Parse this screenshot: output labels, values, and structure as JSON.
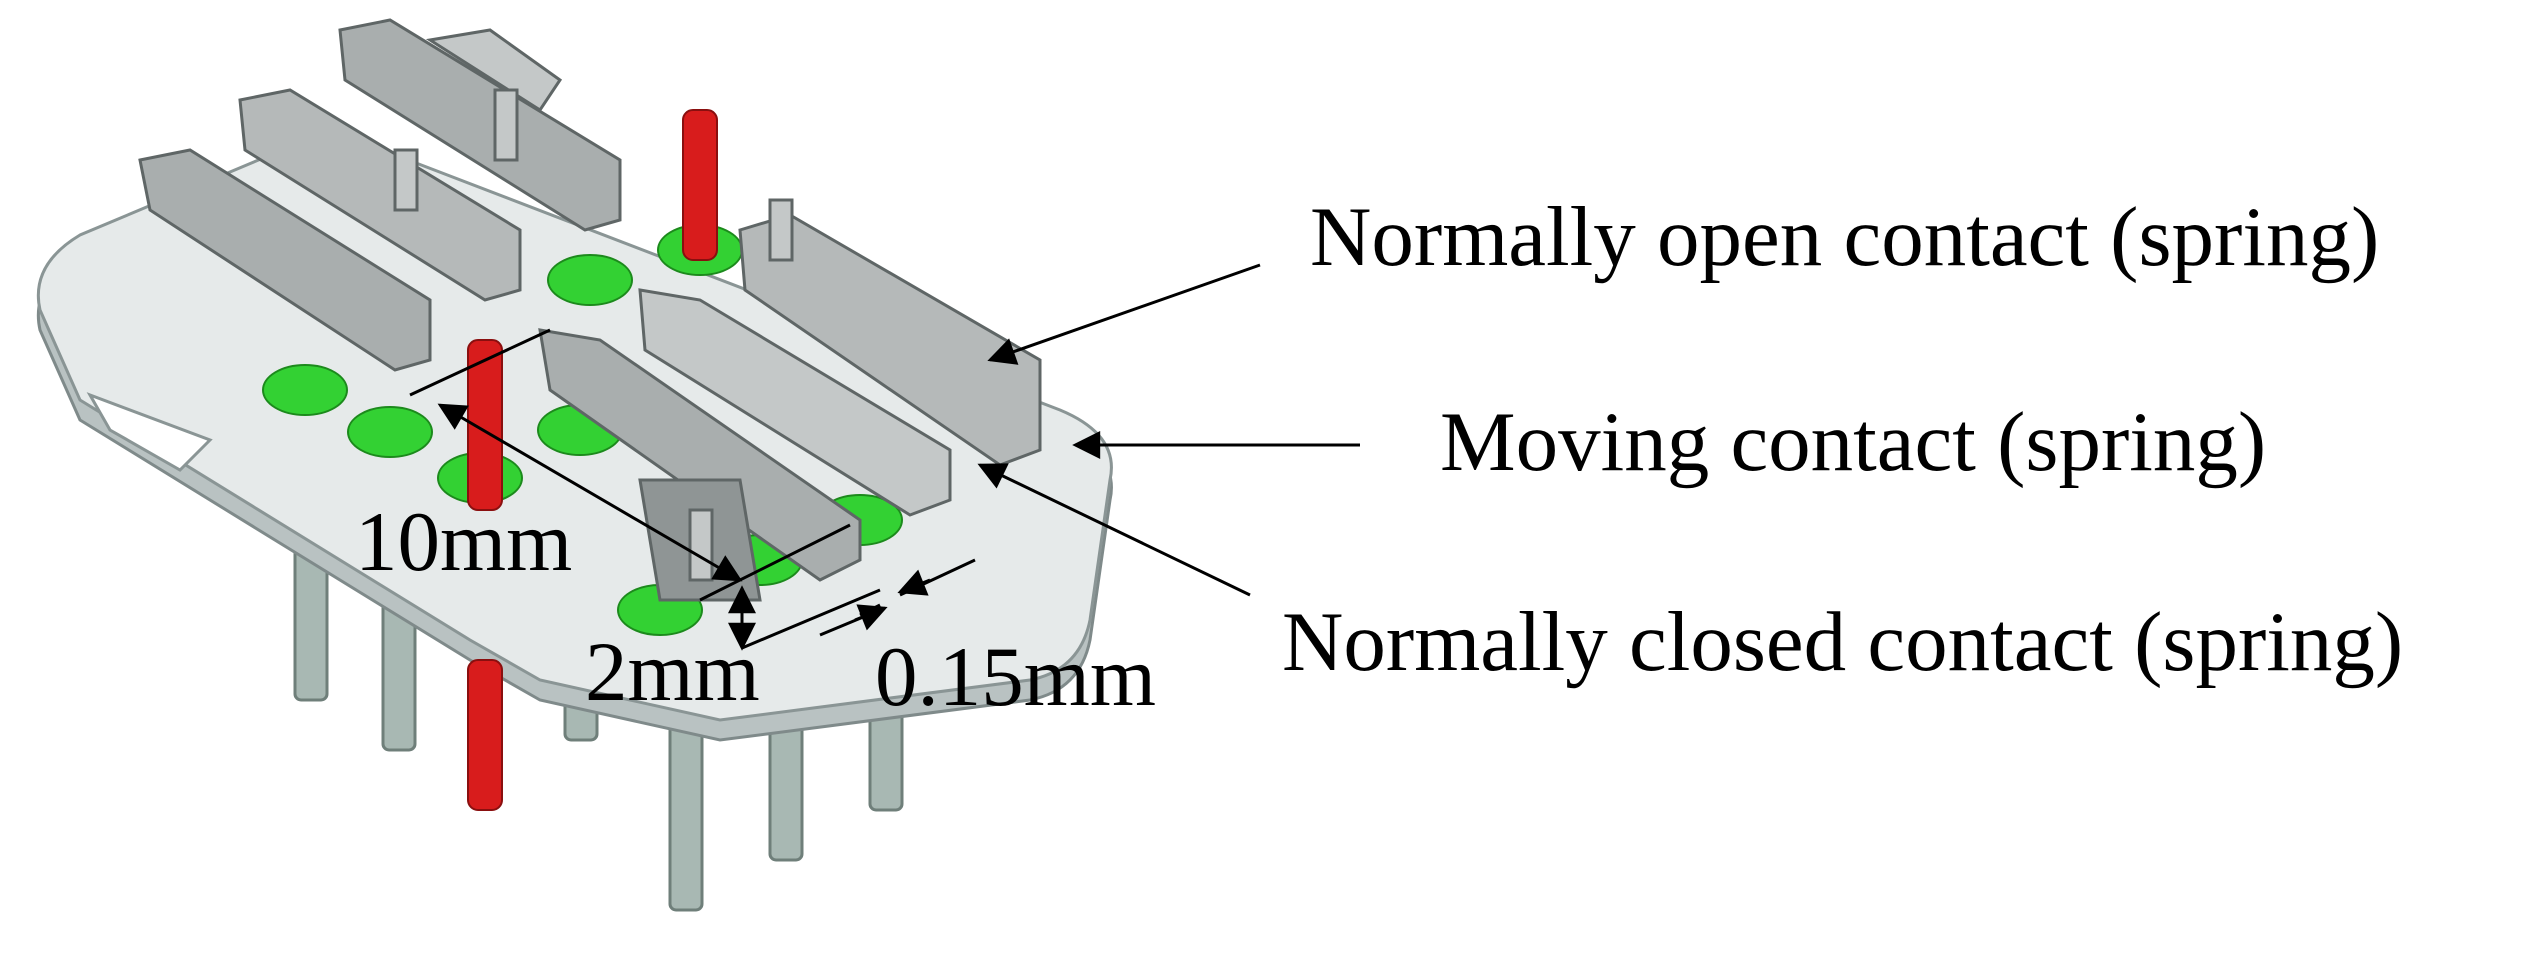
{
  "labels": {
    "normally_open": "Normally open contact (spring)",
    "moving": "Moving contact (spring)",
    "normally_closed": "Normally closed contact (spring)"
  },
  "dimensions": {
    "length": "10mm",
    "gap": "2mm",
    "thickness": "0.15mm"
  },
  "colors": {
    "board": "#dfe4e4",
    "board_edge": "#b7bfbf",
    "pin": "#a8b8b3",
    "pad": "#33d133",
    "red_pin": "#d81c1c",
    "spring": "#a9aeae",
    "spring_face": "#c4c8c8",
    "line": "#000000"
  }
}
